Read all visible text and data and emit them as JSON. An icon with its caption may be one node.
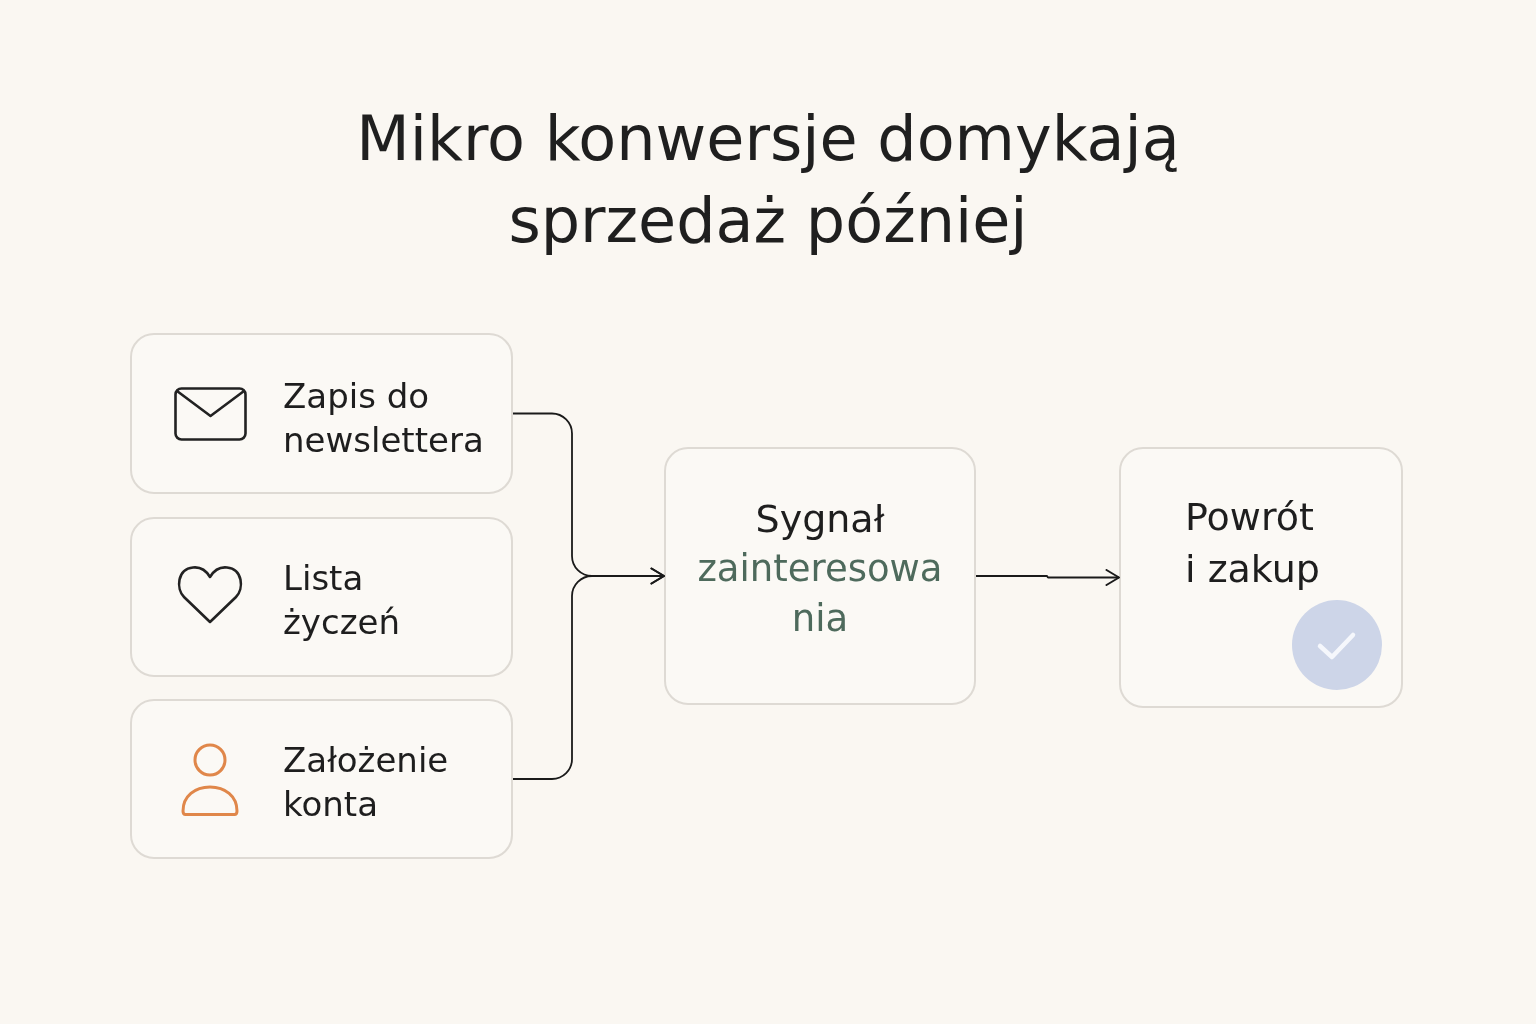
{
  "diagram": {
    "title": "Mikro konwersje domykają sprzedaż później",
    "nodes": [
      {
        "text": [
          "Zapis do newslettera"
        ]
      },
      {
        "text": [
          "Lista życzeń"
        ]
      },
      {
        "text": [
          "Założenie konta"
        ]
      },
      {
        "text": [
          "Sygnał",
          "zainteresowania"
        ]
      },
      {
        "text": [
          "Powrót i zakup"
        ]
      }
    ],
    "edges": [
      {
        "from": 0,
        "to": 3,
        "arrow": "to"
      },
      {
        "from": 2,
        "to": 3,
        "arrow": "to"
      },
      {
        "from": 3,
        "to": 4,
        "arrow": "to"
      }
    ]
  }
}
